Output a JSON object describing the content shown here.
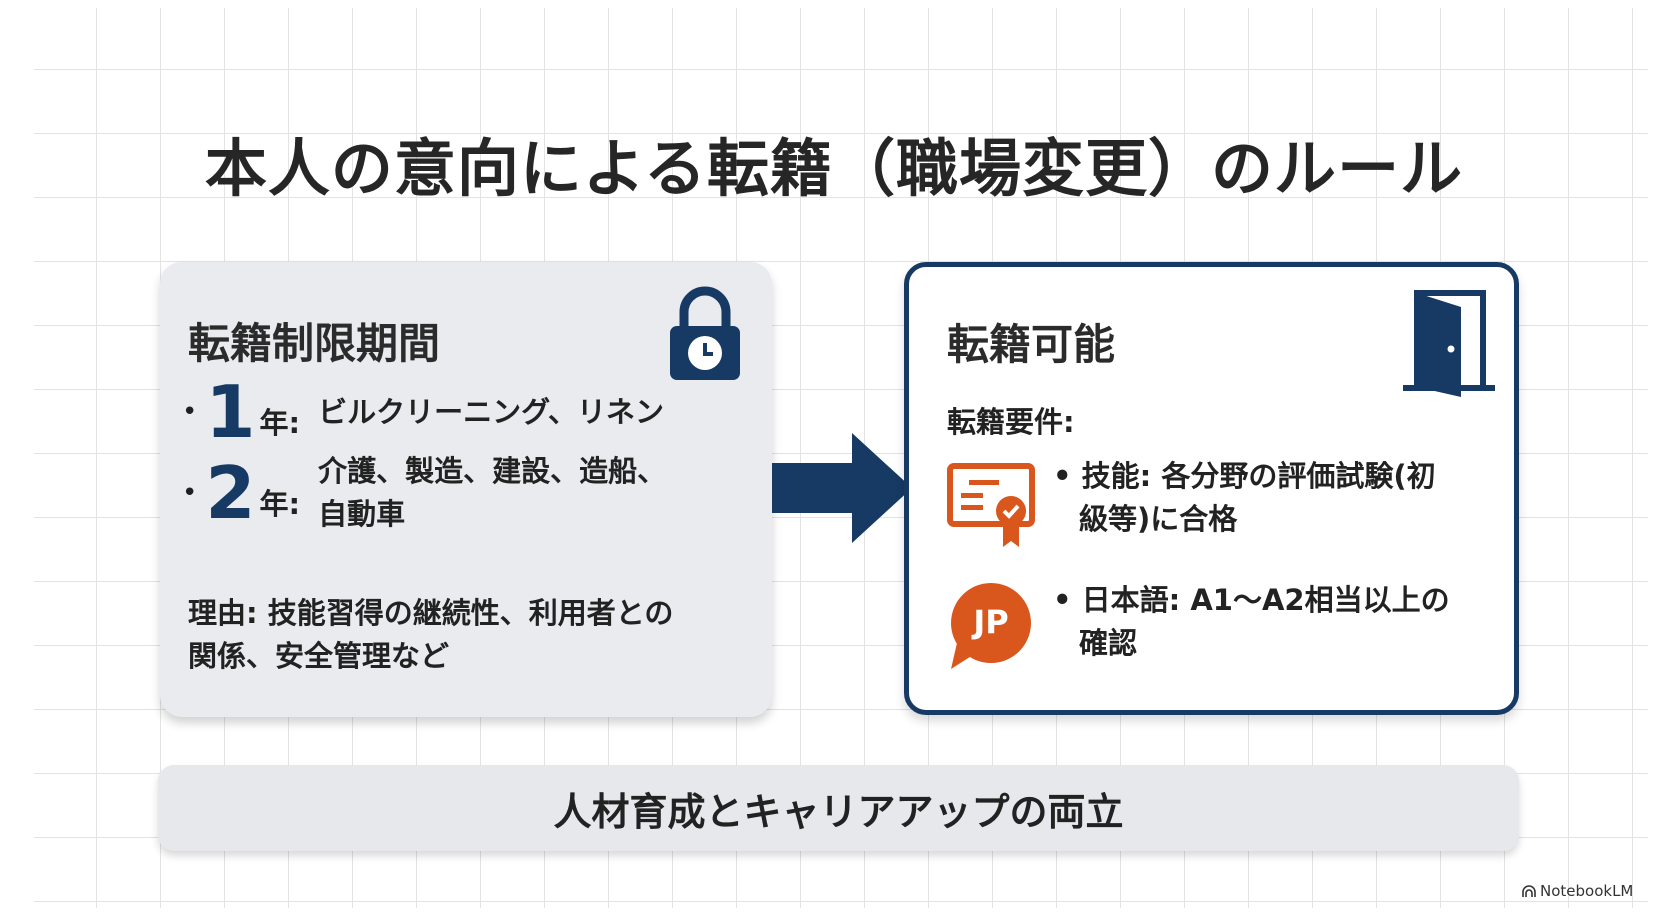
{
  "title": "本人の意向による転籍（職場変更）のルール",
  "left_card": {
    "heading": "転籍制限期間",
    "items": [
      {
        "number": "1",
        "unit": "年:",
        "text": "ビルクリーニング、リネン"
      },
      {
        "number": "2",
        "unit": "年:",
        "text_line1": "介護、製造、建設、造船、",
        "text_line2": "自動車"
      }
    ],
    "reason_line1": "理由: 技能習得の継続性、利用者との",
    "reason_line2": "関係、安全管理など"
  },
  "right_card": {
    "heading": "転籍可能",
    "subheading": "転籍要件:",
    "items": [
      {
        "line1": "技能: 各分野の評価試験(初",
        "line2": "級等)に合格"
      },
      {
        "badge": "JP",
        "line1": "日本語: A1〜A2相当以上の",
        "line2": "確認"
      }
    ]
  },
  "bottom_banner": "人材育成とキャリアアップの両立",
  "watermark": "NotebookLM",
  "colors": {
    "navy": "#163a63",
    "orange": "#d9571c",
    "card_gray": "#e9ebef"
  }
}
